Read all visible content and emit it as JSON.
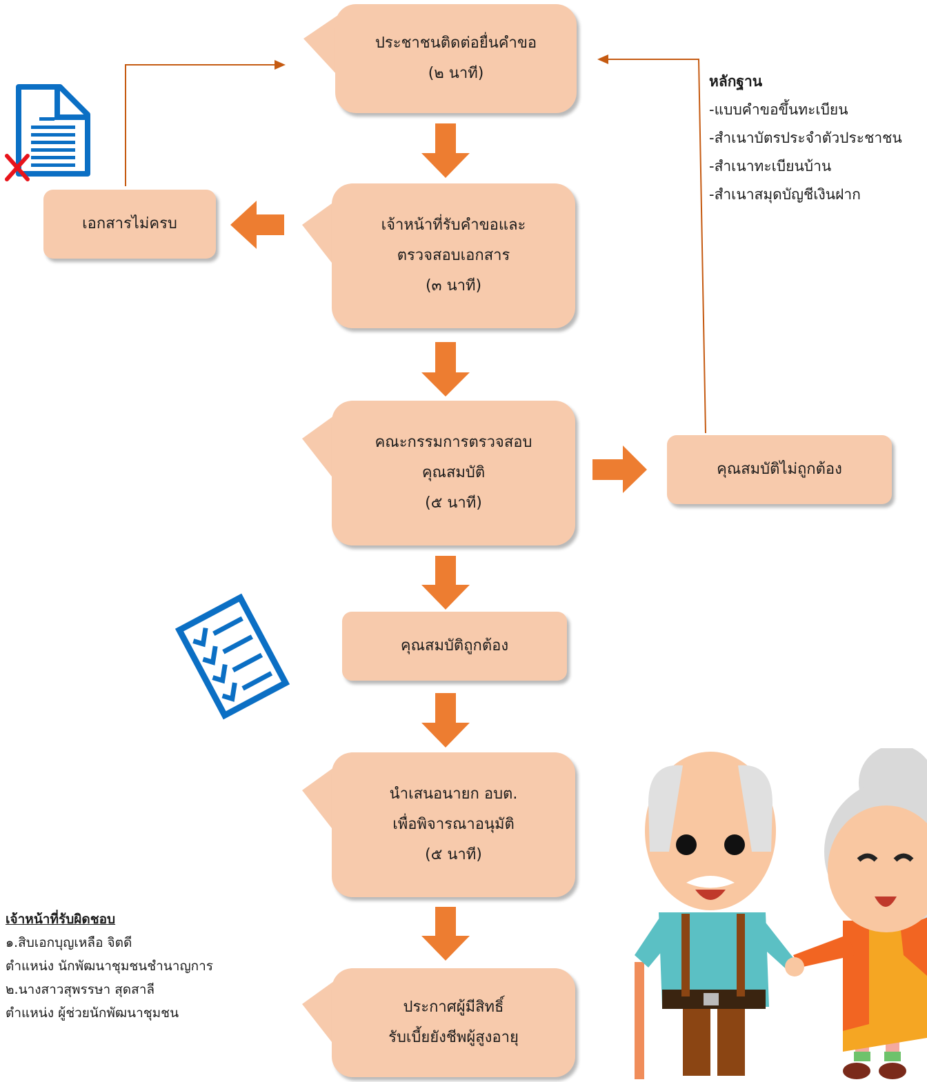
{
  "steps": [
    {
      "line1": "ประชาชนติดต่อยื่นคำขอ",
      "time": "(๒ นาที)"
    },
    {
      "line1": "เจ้าหน้าที่รับคำขอและ",
      "line2": "ตรวจสอบเอกสาร",
      "time": "(๓ นาที)"
    },
    {
      "line1": "คณะกรรมการตรวจสอบ",
      "line2": "คุณสมบัติ",
      "time": "(๕ นาที)"
    },
    {
      "label": "คุณสมบัติถูกต้อง"
    },
    {
      "line1": "นำเสนอนายก อบต.",
      "line2": "เพื่อพิจารณาอนุมัติ",
      "time": "(๕ นาที)"
    },
    {
      "line1": "ประกาศผู้มีสิทธิ์",
      "line2": "รับเบี้ยยังชีพผู้สูงอายุ"
    }
  ],
  "side_boxes": {
    "incomplete_docs": "เอกสารไม่ครบ",
    "unqualified": "คุณสมบัติไม่ถูกต้อง"
  },
  "evidence": {
    "title": "หลักฐาน",
    "items": [
      "-แบบคำขอขึ้นทะเบียน",
      "-สำเนาบัตรประจำตัวประชาชน",
      "-สำเนาทะเบียนบ้าน",
      "-สำเนาสมุดบัญชีเงินฝาก"
    ]
  },
  "responsible": {
    "title": "เจ้าหน้าที่รับผิดชอบ",
    "lines": [
      "๑.สิบเอกบุญเหลือ จิตดี",
      "ตำแหน่ง นักพัฒนาชุมชนชำนาญการ",
      "๒.นางสาวสุพรรษา สุดสาลี",
      "ตำแหน่ง ผู้ช่วยนักพัฒนาชุมชน"
    ]
  },
  "colors": {
    "box_fill": "#f7caac",
    "arrow_fill": "#ed7d31",
    "connector": "#c55a11",
    "icon_blue": "#0b6fc4",
    "cross_red": "#e8141b"
  }
}
